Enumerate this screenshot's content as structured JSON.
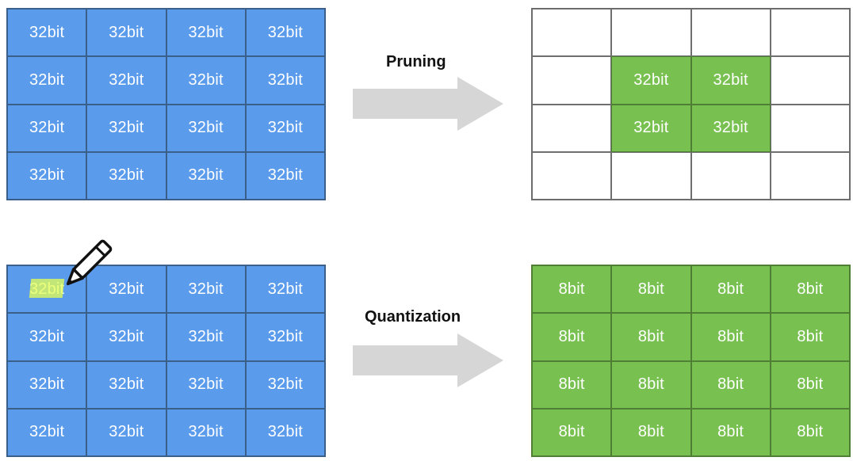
{
  "pruning": {
    "label": "Pruning",
    "before": [
      [
        "32bit",
        "32bit",
        "32bit",
        "32bit"
      ],
      [
        "32bit",
        "32bit",
        "32bit",
        "32bit"
      ],
      [
        "32bit",
        "32bit",
        "32bit",
        "32bit"
      ],
      [
        "32bit",
        "32bit",
        "32bit",
        "32bit"
      ]
    ],
    "after": [
      [
        "",
        "",
        "",
        ""
      ],
      [
        "",
        "32bit",
        "32bit",
        ""
      ],
      [
        "",
        "32bit",
        "32bit",
        ""
      ],
      [
        "",
        "",
        "",
        ""
      ]
    ]
  },
  "quantization": {
    "label": "Quantization",
    "before": [
      [
        "32bit",
        "32bit",
        "32bit",
        "32bit"
      ],
      [
        "32bit",
        "32bit",
        "32bit",
        "32bit"
      ],
      [
        "32bit",
        "32bit",
        "32bit",
        "32bit"
      ],
      [
        "32bit",
        "32bit",
        "32bit",
        "32bit"
      ]
    ],
    "after": [
      [
        "8bit",
        "8bit",
        "8bit",
        "8bit"
      ],
      [
        "8bit",
        "8bit",
        "8bit",
        "8bit"
      ],
      [
        "8bit",
        "8bit",
        "8bit",
        "8bit"
      ],
      [
        "8bit",
        "8bit",
        "8bit",
        "8bit"
      ]
    ]
  },
  "colors": {
    "blue": "#5a9bec",
    "green": "#78c151",
    "arrow": "#d6d6d6",
    "highlight": "#e6ff50"
  },
  "icons": {
    "pencil": "pencil-icon",
    "arrow": "right-arrow-icon"
  }
}
